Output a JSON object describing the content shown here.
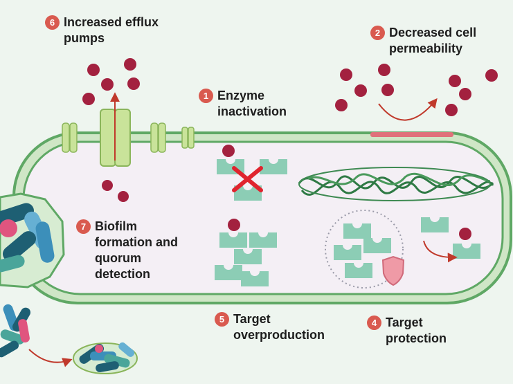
{
  "colors": {
    "background": "#eef5ef",
    "membrane": "#5fa865",
    "cytoplasm": "#f4eff5",
    "protein": "#8ccdb5",
    "antibiotic": "#a3213f",
    "badge": "#d95a4f",
    "pump": "#c9e39a",
    "arrow": "#c0392b",
    "dna": "#2f7a45",
    "shield": "#ef9aa6"
  },
  "mechanisms": [
    {
      "number": "1",
      "text": "Enzyme\ninactivation"
    },
    {
      "number": "2",
      "text": "Decreased cell\npermeability"
    },
    {
      "number": "4",
      "text": "Target\nprotection"
    },
    {
      "number": "5",
      "text": "Target\noverproduction"
    },
    {
      "number": "6",
      "text": "Increased efflux\npumps"
    },
    {
      "number": "7",
      "text": "Biofilm\nformation and\nquorum\ndetection"
    }
  ]
}
